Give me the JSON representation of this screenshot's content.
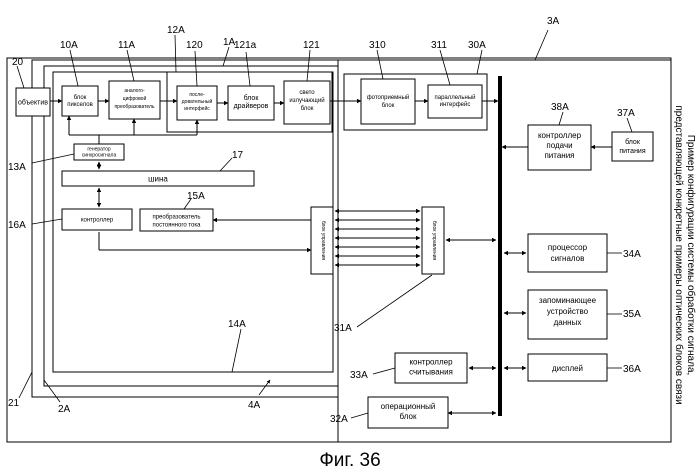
{
  "blocks": {
    "objective": "объектив",
    "pixel_block": [
      "блок",
      "пикселов"
    ],
    "adc": [
      "аналого-",
      "цифровой",
      "преобразователь"
    ],
    "serializer": [
      "после-",
      "довательный",
      "интерфейс"
    ],
    "driver_block": [
      "блок",
      "драйверов"
    ],
    "light_emitting": [
      "свето",
      "излучающий",
      "блок"
    ],
    "sync_generator": [
      "генератор",
      "синхросигнала"
    ],
    "bus": "шина",
    "controller": "контроллер",
    "dc_converter": [
      "преобразователь",
      "постоянного тока"
    ],
    "control_unit_left": "блок управления",
    "control_unit_right": "блок управления",
    "photo_receiver": [
      "фотоприемный",
      "блок"
    ],
    "parallel_interface": [
      "параллельный",
      "интерфейс"
    ],
    "power_controller": [
      "контроллер",
      "подачи",
      "питания"
    ],
    "power_block": [
      "блок",
      "питания"
    ],
    "signal_processor": [
      "процессор",
      "сигналов"
    ],
    "storage": [
      "запоминающее",
      "устройство",
      "данных"
    ],
    "display": "дисплей",
    "read_controller": [
      "контроллер",
      "считывания"
    ],
    "operation_block": [
      "операционный",
      "блок"
    ]
  },
  "refs": {
    "r20": "20",
    "r10A": "10A",
    "r11A": "11A",
    "r12A": "12A",
    "r1A": "1A",
    "r120": "120",
    "r121a": "121a",
    "r121": "121",
    "r310": "310",
    "r311": "311",
    "r30A": "30A",
    "r3A": "3A",
    "r38A": "38A",
    "r37A": "37A",
    "r13A": "13A",
    "r17": "17",
    "r15A": "15A",
    "r16A": "16A",
    "r34A": "34A",
    "r35A": "35A",
    "r36A": "36A",
    "r33A": "33A",
    "r32A": "32A",
    "r31A": "31A",
    "r14A": "14A",
    "r21": "21",
    "r2A": "2A",
    "r4A": "4A"
  },
  "side_title": [
    "Пример конфигурации системы обработки сигнала,",
    "представляющей конкретные примеры оптических блоков связи"
  ],
  "caption": "Фиг. 36"
}
